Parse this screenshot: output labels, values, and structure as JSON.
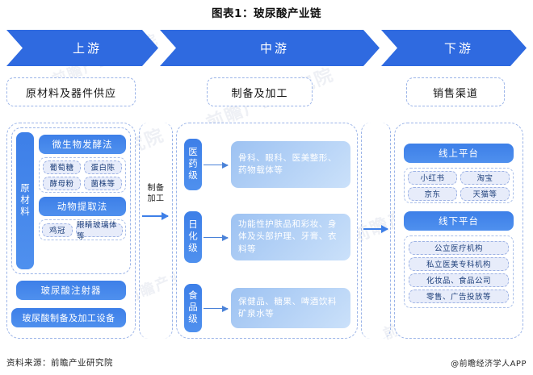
{
  "title": "图表1：玻尿酸产业链",
  "watermark": "前瞻产业研究院",
  "banners": [
    {
      "label": "上游"
    },
    {
      "label": "中游"
    },
    {
      "label": "下游"
    }
  ],
  "headers": {
    "upstream": "原材料及器件供应",
    "midstream": "制备及加工",
    "downstream": "销售渠道"
  },
  "upstream": {
    "vertical_label": "原材料",
    "fermentation": {
      "title": "微生物发酵法",
      "items": [
        "葡萄糖",
        "蛋白陈",
        "酵母粉",
        "菌株等"
      ]
    },
    "extraction": {
      "title": "动物提取法",
      "items": [
        "鸡冠",
        "眼睛玻璃体等"
      ]
    },
    "equipment": [
      "玻尿酸注射器",
      "玻尿酸制备及加工设备"
    ]
  },
  "connector": {
    "label_line1": "制备",
    "label_line2": "加工"
  },
  "midstream": {
    "grades": [
      {
        "label": "医药级",
        "content": "骨科、眼科、医美整形、药物载体等"
      },
      {
        "label": "日化级",
        "content": "功能性护肤品和彩妆、身体及头部护理、牙膏、衣料等"
      },
      {
        "label": "食品级",
        "content": "保健品、糖果、啤酒饮料矿泉水等"
      }
    ]
  },
  "downstream": {
    "online": {
      "title": "线上平台",
      "items": [
        "小红书",
        "淘宝",
        "京东",
        "天猫等"
      ]
    },
    "offline": {
      "title": "线下平台",
      "items": [
        "公立医疗机构",
        "私立医美专科机构",
        "化妆品、食品公司",
        "零售、广告投放等"
      ]
    }
  },
  "footer": {
    "source": "资料来源：前瞻产业研究院",
    "credit": "@前瞻经济学人APP"
  }
}
